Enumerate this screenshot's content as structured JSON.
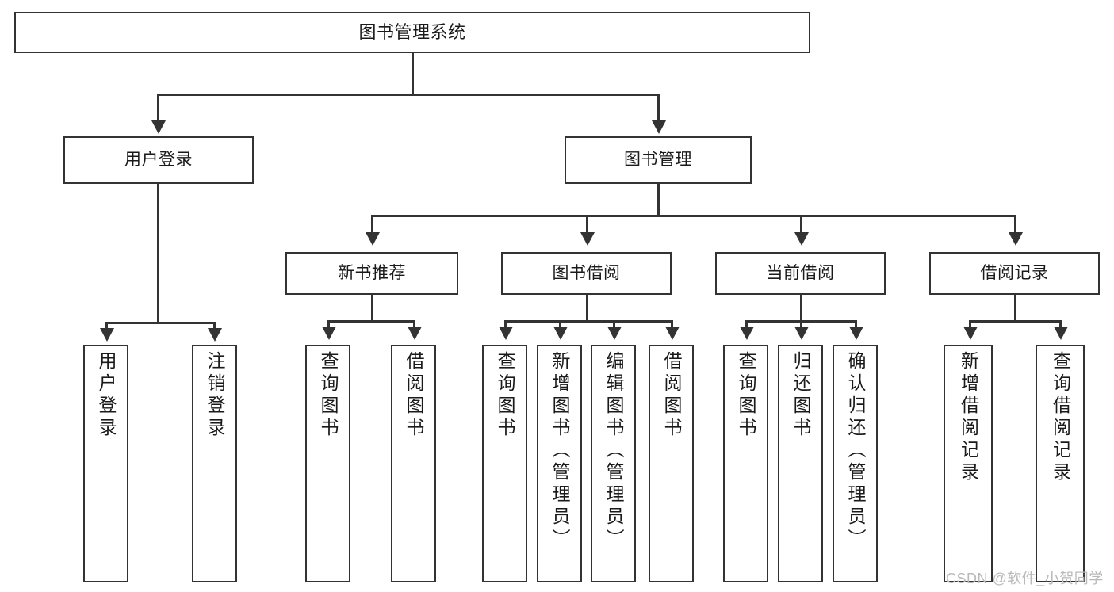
{
  "diagram": {
    "title": "图书管理系统",
    "type": "hierarchy-tree",
    "levels": 4
  },
  "root": {
    "label": "图书管理系统"
  },
  "level2": [
    {
      "label": "用户登录"
    },
    {
      "label": "图书管理"
    }
  ],
  "level3": [
    {
      "label": "新书推荐"
    },
    {
      "label": "图书借阅"
    },
    {
      "label": "当前借阅"
    },
    {
      "label": "借阅记录"
    }
  ],
  "leaves": {
    "user_login": [
      {
        "label": "用户登录"
      },
      {
        "label": "注销登录"
      }
    ],
    "new_book_recommend": [
      {
        "label": "查询图书"
      },
      {
        "label": "借阅图书"
      }
    ],
    "book_borrow": [
      {
        "label": "查询图书"
      },
      {
        "label": "新增图书（管理员）"
      },
      {
        "label": "编辑图书（管理员）"
      },
      {
        "label": "借阅图书"
      }
    ],
    "current_borrow": [
      {
        "label": "查询图书"
      },
      {
        "label": "归还图书"
      },
      {
        "label": "确认归还（管理员）"
      }
    ],
    "borrow_record": [
      {
        "label": "新增借阅记录"
      },
      {
        "label": "查询借阅记录"
      }
    ]
  },
  "watermark": {
    "text": "CSDN @软件_小贺同学"
  },
  "colors": {
    "stroke": "#333333",
    "fill": "#ffffff",
    "text": "#1a1a1a",
    "watermark": "#b9b9b9"
  }
}
